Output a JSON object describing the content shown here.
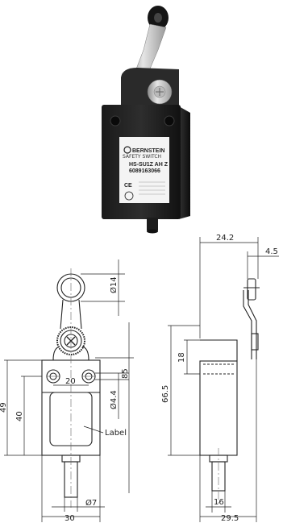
{
  "product_photo": {
    "brand": "BERNSTEIN",
    "model": "HS-SU1Z AH Z",
    "article": "6089163066",
    "subtitle": "SAFETY SWITCH"
  },
  "front_view": {
    "dims": {
      "roller_dia": "Ø14",
      "mount_spacing": "20",
      "hole_dia": "Ø4.4",
      "height_85": "85",
      "height_49": "49",
      "height_40": "40",
      "plunger_dia": "Ø7",
      "width_30": "30"
    },
    "label_text": "Label"
  },
  "side_view": {
    "dims": {
      "top_width": "24.2",
      "roller_width": "4.5",
      "dim_18": "18",
      "dim_665": "66.5",
      "dim_16": "16",
      "depth": "29.5"
    }
  }
}
